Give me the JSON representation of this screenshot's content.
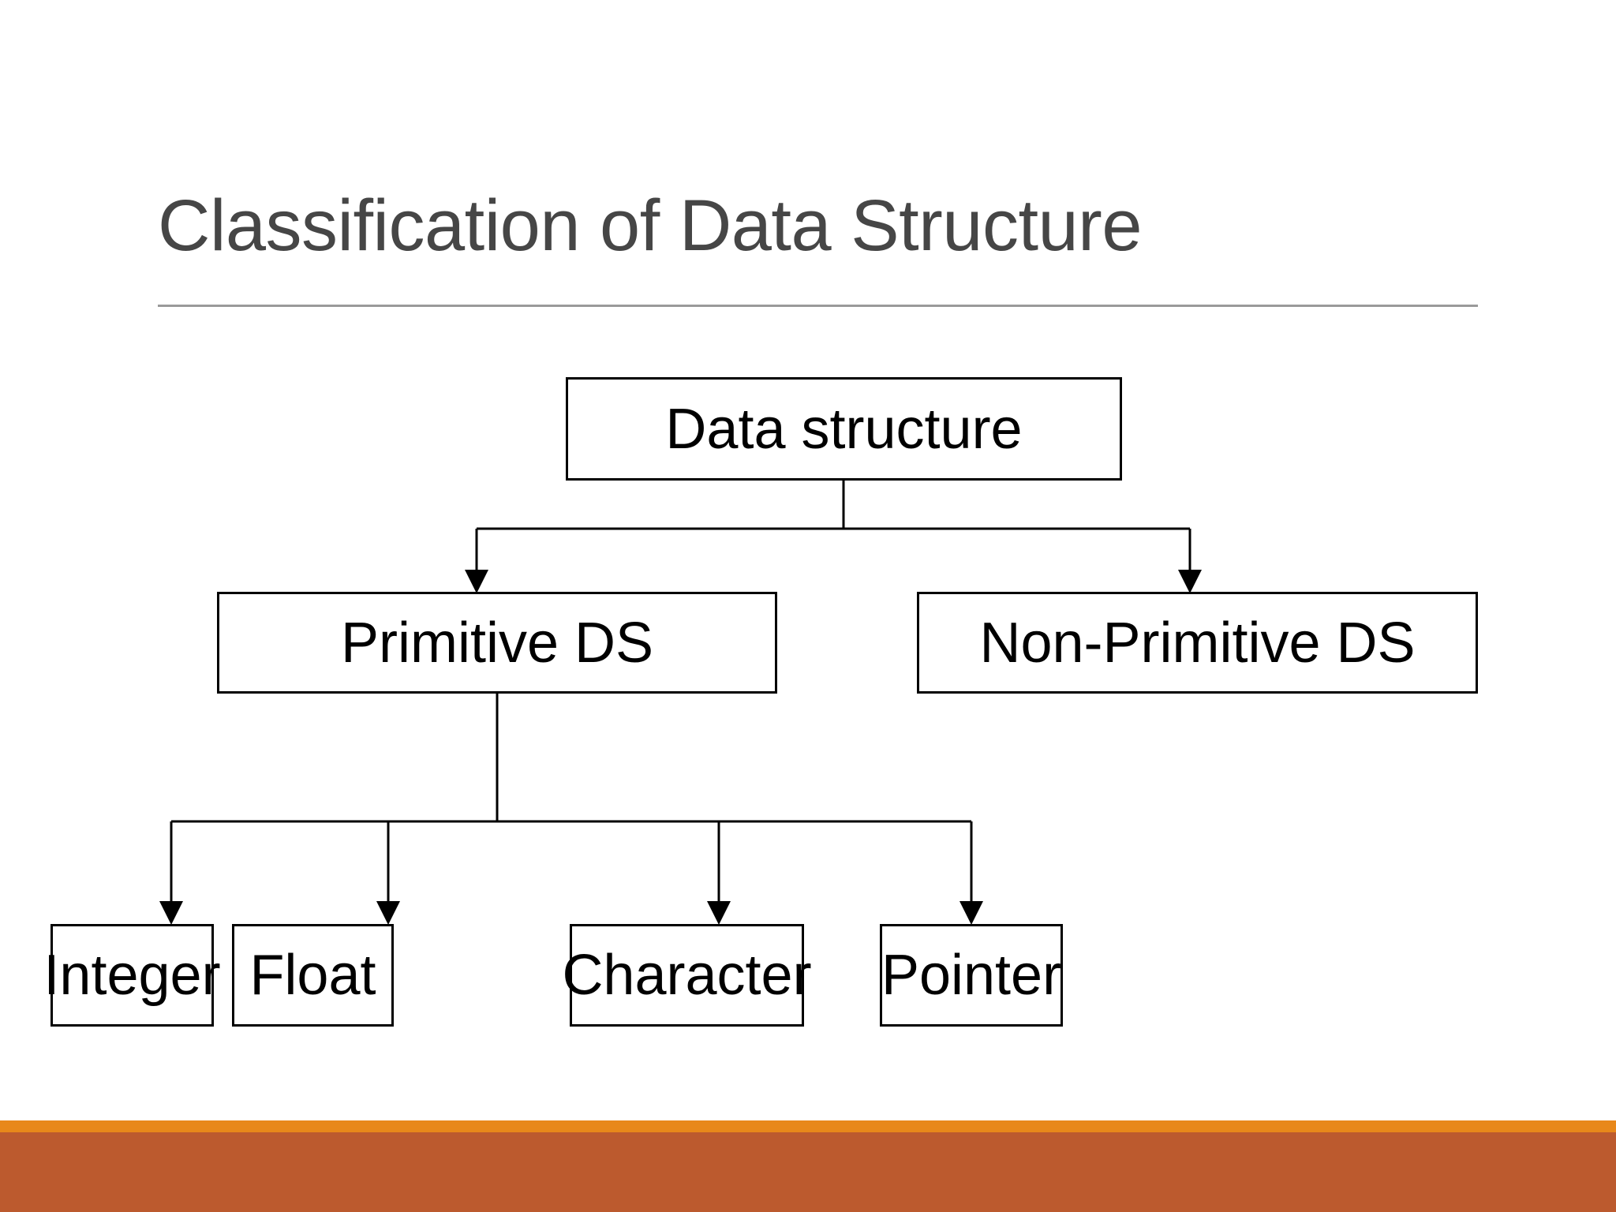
{
  "slide": {
    "title": "Classification of Data Structure",
    "background_color": "#FFFFFF",
    "title_color": "#464646",
    "rule_color": "#9A9A9A",
    "footer_accent_color": "#E8881A",
    "footer_color": "#BC5A2E"
  },
  "diagram": {
    "type": "tree",
    "node_border_color": "#000000",
    "node_text_color": "#000000",
    "connector_color": "#000000",
    "nodes": [
      {
        "id": "data-structure",
        "label": "Data structure",
        "level": 1
      },
      {
        "id": "primitive-ds",
        "label": "Primitive DS",
        "level": 2
      },
      {
        "id": "non-primitive-ds",
        "label": "Non-Primitive DS",
        "level": 2
      },
      {
        "id": "integer",
        "label": "Integer",
        "level": 3
      },
      {
        "id": "float",
        "label": "Float",
        "level": 3
      },
      {
        "id": "character",
        "label": "Character",
        "level": 3
      },
      {
        "id": "pointer",
        "label": "Pointer",
        "level": 3
      }
    ],
    "edges": [
      {
        "from": "data-structure",
        "to": "primitive-ds"
      },
      {
        "from": "data-structure",
        "to": "non-primitive-ds"
      },
      {
        "from": "primitive-ds",
        "to": "integer"
      },
      {
        "from": "primitive-ds",
        "to": "float"
      },
      {
        "from": "primitive-ds",
        "to": "character"
      },
      {
        "from": "primitive-ds",
        "to": "pointer"
      }
    ]
  }
}
